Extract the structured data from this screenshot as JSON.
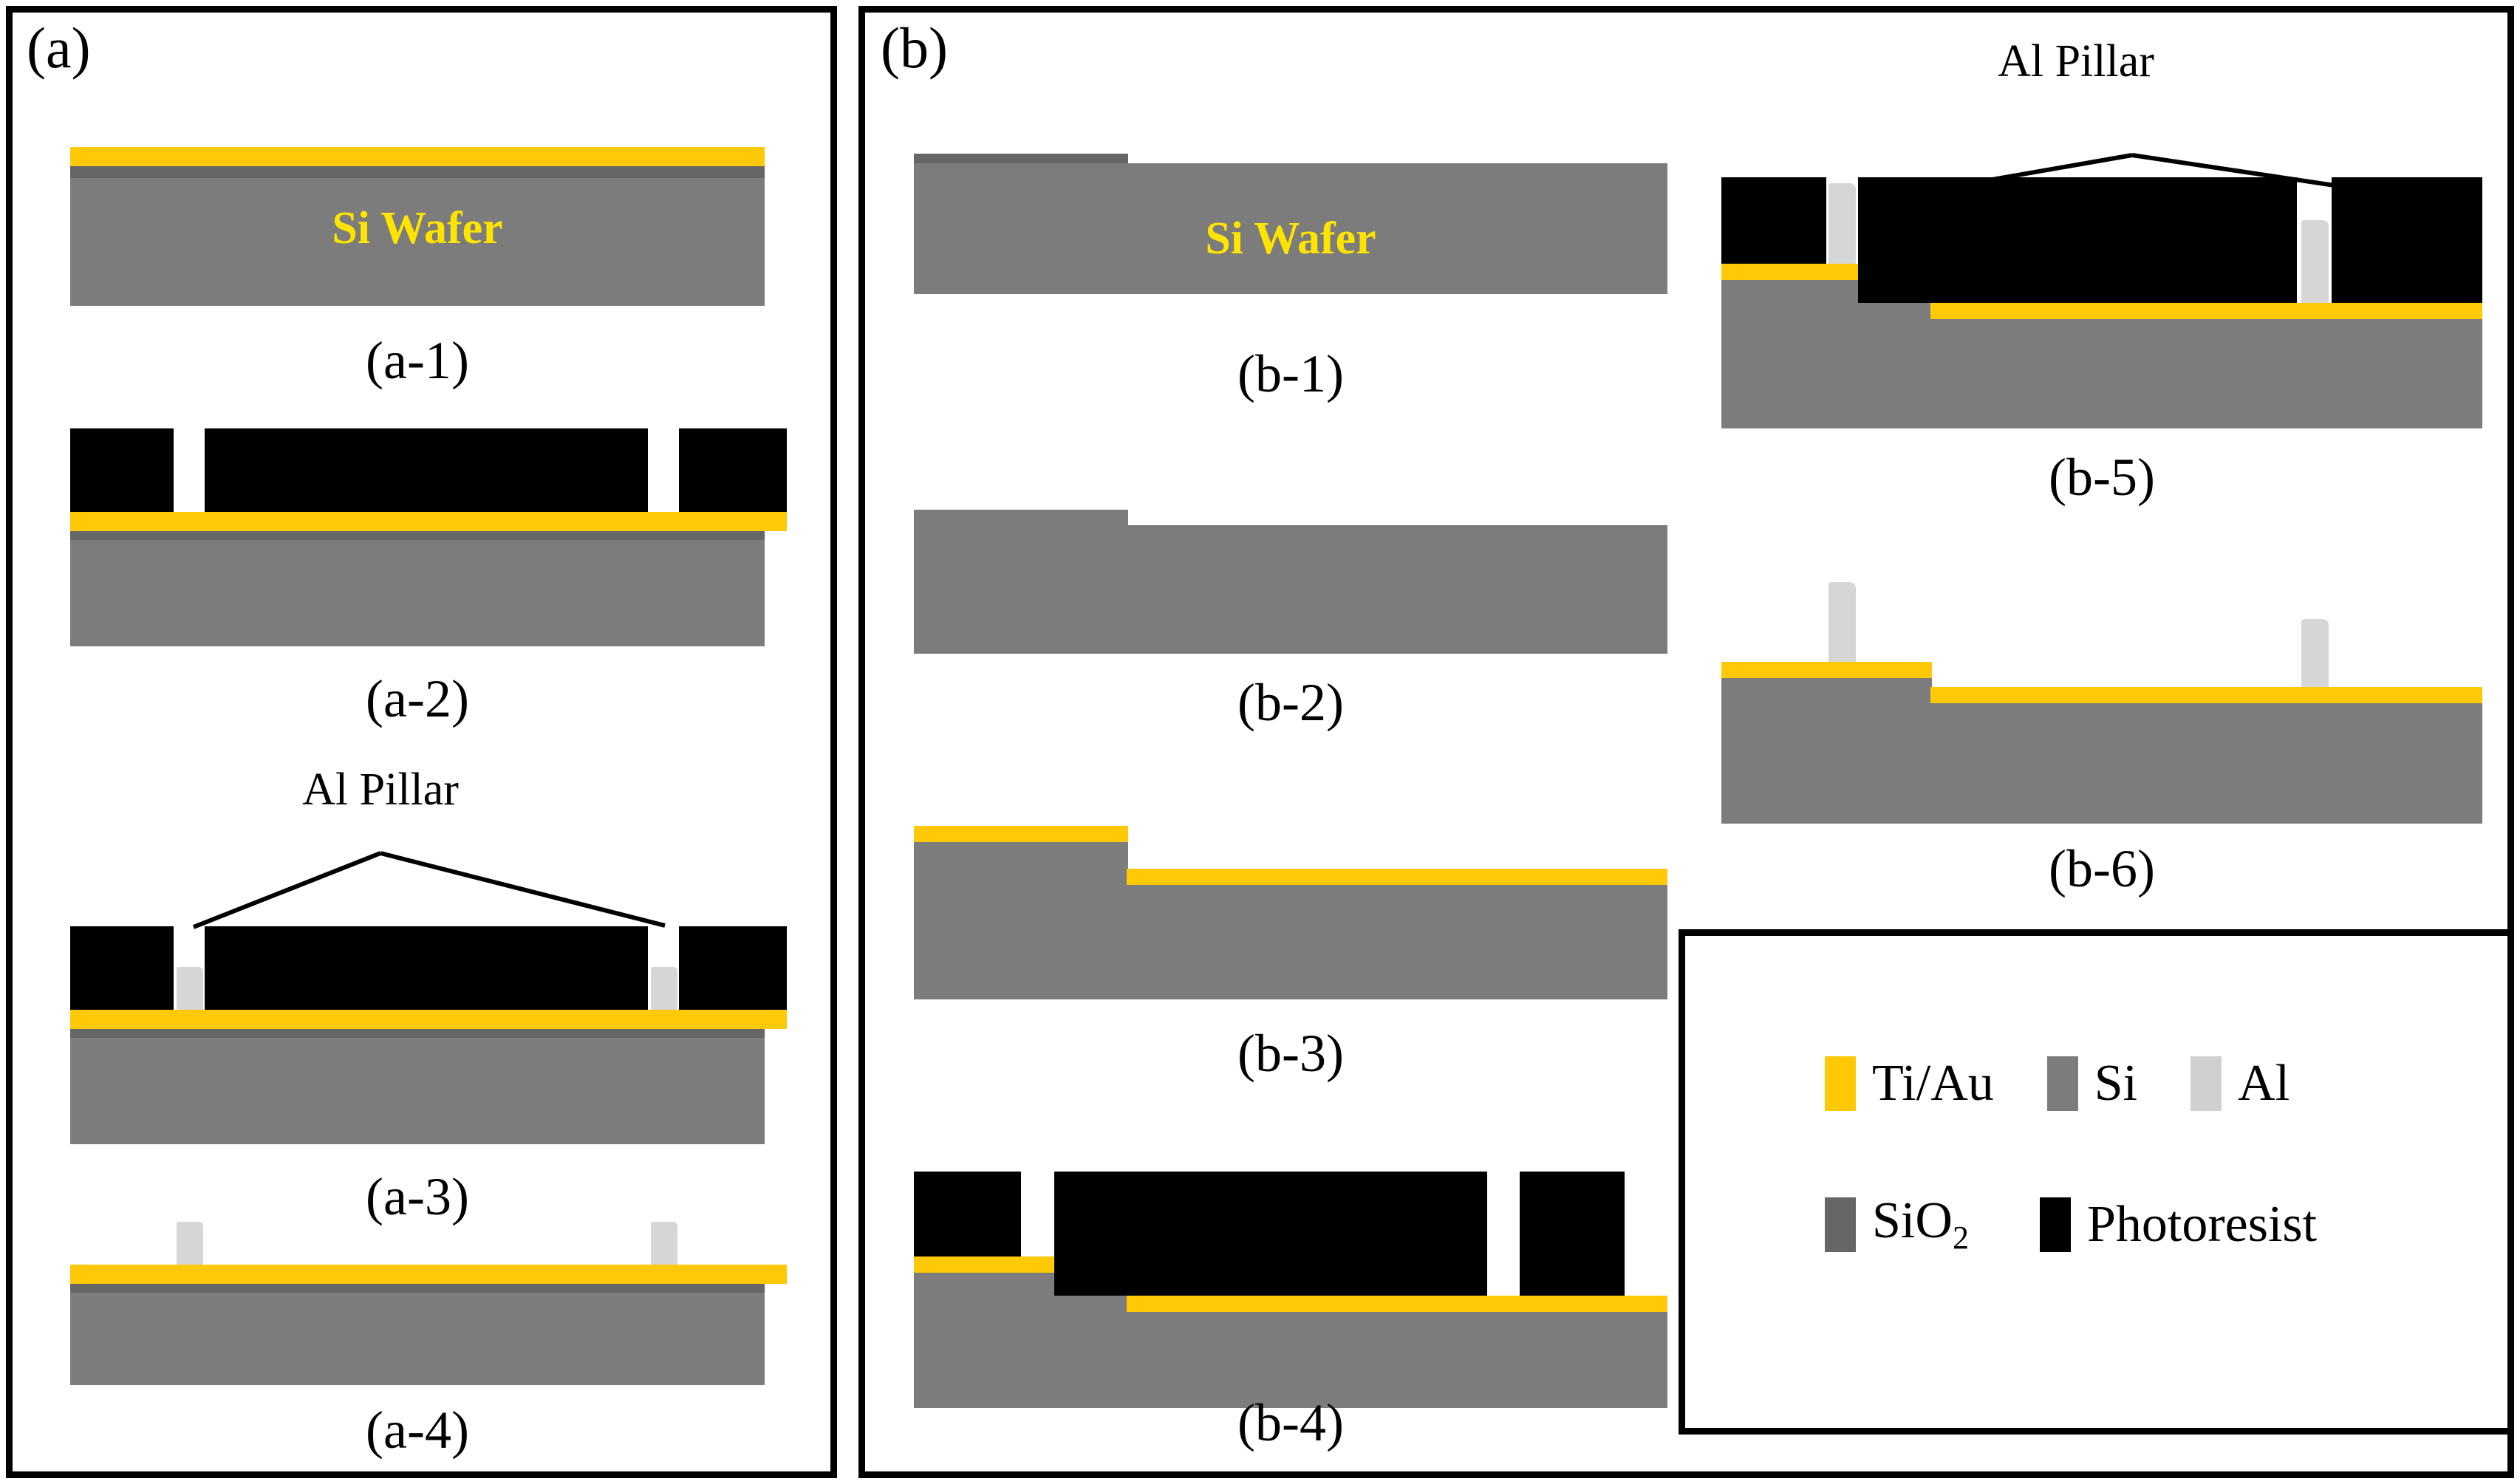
{
  "figure": {
    "panels": [
      {
        "id": "a",
        "letter": "(a)",
        "steps": [
          {
            "caption": "(a-1)",
            "wafer_label": "Si Wafer"
          },
          {
            "caption": "(a-2)"
          },
          {
            "caption": "(a-3)",
            "annotation": "Al Pillar"
          },
          {
            "caption": "(a-4)"
          }
        ]
      },
      {
        "id": "b",
        "letter": "(b)",
        "steps": [
          {
            "caption": "(b-1)",
            "wafer_label": "Si Wafer"
          },
          {
            "caption": "(b-2)"
          },
          {
            "caption": "(b-3)"
          },
          {
            "caption": "(b-4)"
          },
          {
            "caption": "(b-5)",
            "annotation": "Al Pillar"
          },
          {
            "caption": "(b-6)"
          }
        ]
      }
    ]
  },
  "legend": {
    "rows": [
      [
        {
          "label": "Ti/Au",
          "color": "#ffc907",
          "key": "tiau"
        },
        {
          "label": "Si",
          "color": "#7c7c7c",
          "key": "si"
        },
        {
          "label": "Al",
          "color": "#d0d0d0",
          "key": "al"
        }
      ],
      [
        {
          "label": "SiO",
          "sub": "2",
          "color": "#666666",
          "key": "sio2"
        },
        {
          "label": "Photoresist",
          "color": "#000000",
          "key": "pr"
        }
      ]
    ]
  },
  "colors": {
    "ti_au": "#ffc907",
    "si": "#7c7c7c",
    "sio2": "#666666",
    "al": "#d6d6d6",
    "photoresist": "#000000",
    "wafer_label": "#ffe400",
    "frame": "#000000"
  }
}
